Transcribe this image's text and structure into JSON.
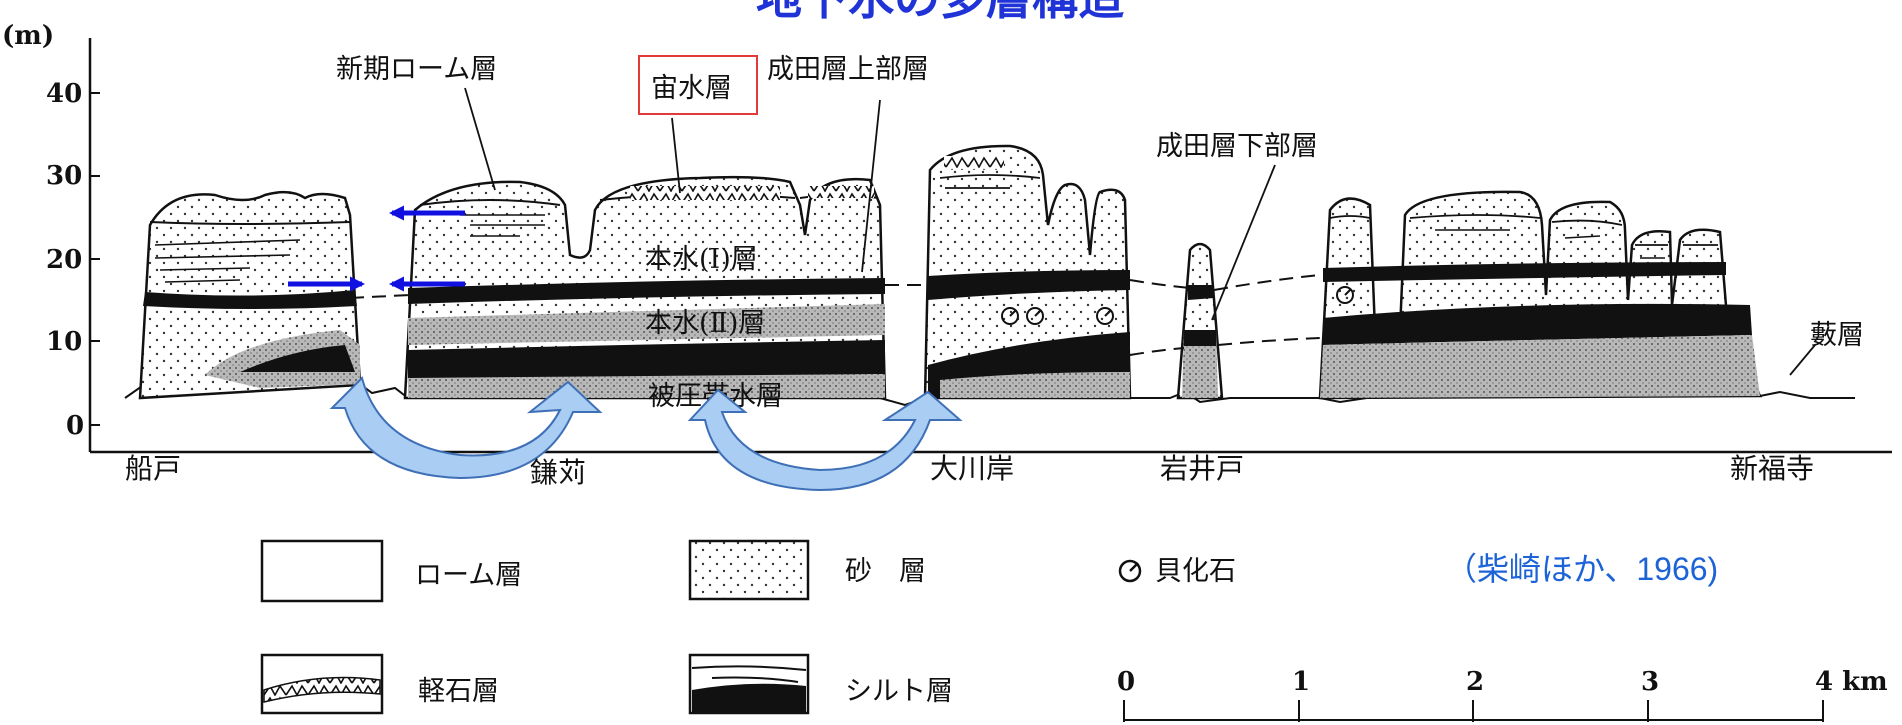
{
  "title": "地下水の多層構造",
  "yaxis": {
    "unit": "(m)",
    "ticks": [
      "40",
      "30",
      "20",
      "10",
      "0"
    ]
  },
  "labels": {
    "new_loam": "新期ローム層",
    "perched_water": "宙水層",
    "narita_upper": "成田層上部層",
    "narita_lower": "成田層下部層",
    "main_water_1": "本水(Ⅰ)層",
    "main_water_2": "本水(Ⅱ)層",
    "confined_aquifer": "被圧帯水層",
    "yabu": "藪層"
  },
  "places": [
    "船戸",
    "鎌苅",
    "大川岸",
    "岩井戸",
    "新福寺"
  ],
  "legend": {
    "loam": "ローム層",
    "sand": "砂　層",
    "fossil": "貝化石",
    "pumice": "軽石層",
    "silt": "シルト層"
  },
  "scale": {
    "ticks": [
      "0",
      "1",
      "2",
      "3",
      "4 km"
    ]
  },
  "citation": "（柴崎ほか、1966)",
  "colors": {
    "arrow_blue": "#1010e0",
    "flow_fill": "#a9cdf3",
    "flow_stroke": "#3f70b7",
    "highlight_box": "#e23a3a",
    "title": "#1f33d6",
    "citation": "#1d63d8"
  }
}
